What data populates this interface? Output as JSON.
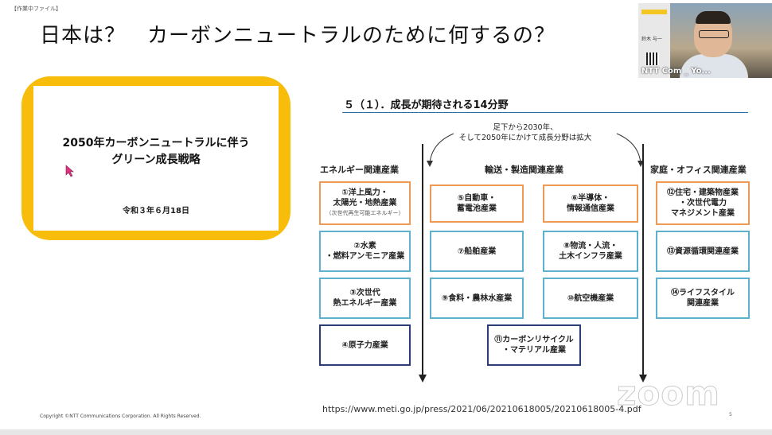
{
  "file_tag": "【作業中ファイル】",
  "title": "日本は？　カーボンニュートラルのために何するの？",
  "card": {
    "title_line1": "2050年カーボンニュートラルに伴う",
    "title_line2": "グリーン成長戦略",
    "date": "令和３年６月18日"
  },
  "panel": {
    "heading": "５（１）．成長が期待される14分野",
    "note_line1": "足下から2030年、",
    "note_line2": "そして2050年にかけて成長分野は拡大",
    "columns": [
      "エネルギー関連産業",
      "輸送・製造関連産業",
      "家庭・オフィス関連産業"
    ],
    "boxes": [
      {
        "line1": "①洋上風力・",
        "line2": "太陽光・地熱産業",
        "sub": "（次世代再生可能エネルギー）"
      },
      {
        "line1": "②水素",
        "line2": "・燃料アンモニア産業"
      },
      {
        "line1": "③次世代",
        "line2": "熱エネルギー産業"
      },
      {
        "line1": "④原子力産業",
        "line2": ""
      },
      {
        "line1": "⑤自動車・",
        "line2": "蓄電池産業"
      },
      {
        "line1": "⑥半導体・",
        "line2": "情報通信産業"
      },
      {
        "line1": "⑦船舶産業",
        "line2": ""
      },
      {
        "line1": "⑧物流・人流・",
        "line2": "土木インフラ産業"
      },
      {
        "line1": "⑨食料・農林水産業",
        "line2": ""
      },
      {
        "line1": "⑩航空機産業",
        "line2": ""
      },
      {
        "line1": "⑪カーボンリサイクル",
        "line2": "・マテリアル産業"
      },
      {
        "line1": "⑫住宅・建築物産業",
        "line2": "・次世代電力",
        "line3": "マネジメント産業"
      },
      {
        "line1": "⑬資源循環関連産業",
        "line2": ""
      },
      {
        "line1": "⑭ライフスタイル",
        "line2": "関連産業"
      }
    ]
  },
  "url": "https://www.meti.go.jp/press/2021/06/20210618005/20210618005-4.pdf",
  "copyright": "Copyright ©NTT Communications Corporation. All Rights Reserved.",
  "page_number": "5",
  "video": {
    "participant_name": "NTT Com _ Yo...",
    "paper_name": "鈴木 与一"
  },
  "watermark": "zoom",
  "colors": {
    "accent_yellow": "#f7bd0a",
    "box_orange": "#ee9a55",
    "box_blue": "#5eb0cf",
    "box_navy": "#2b3d78"
  }
}
